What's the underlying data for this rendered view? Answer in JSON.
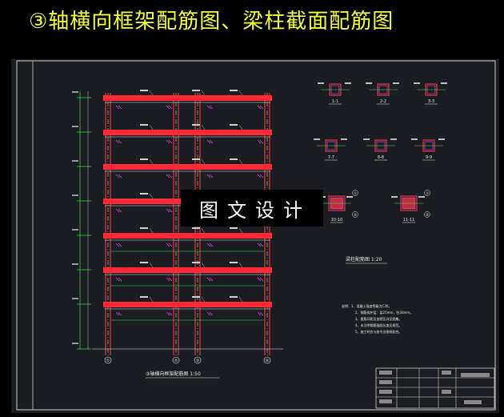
{
  "header": {
    "title": "③轴横向框架配筋图、梁柱截面配筋图"
  },
  "watermark": {
    "text": "图文设计"
  },
  "frame": {
    "caption": "③轴横向框架配筋图 1:50",
    "floors": 7,
    "axis_markers": [
      "①",
      "②",
      "③",
      "④"
    ]
  },
  "sections": {
    "labels": [
      "1-1",
      "2-2",
      "3-3",
      "7-7",
      "8-8",
      "9-9",
      "10-10",
      "11-11"
    ],
    "caption": "梁柱配筋图 1:20",
    "side_markers": [
      "①",
      "②",
      "①",
      "②"
    ]
  },
  "notes": {
    "lines": [
      "说明：1、混凝土强度等级为C30。",
      "2、钢筋保护层：梁25mm，柱30mm。",
      "3、箍筋间距及加密区详见图集。",
      "4、未注明钢筋锚固长度见规范。",
      "5、施工时应与各专业图纸配合。"
    ]
  },
  "colors": {
    "title": "#f2ff3a",
    "beam": "#ff2a35",
    "line": "#e8e8e8",
    "dim": "#3ddc3d",
    "stirrup": "#ff44ff",
    "column": "#ff4444",
    "background": "#1b1d22"
  }
}
